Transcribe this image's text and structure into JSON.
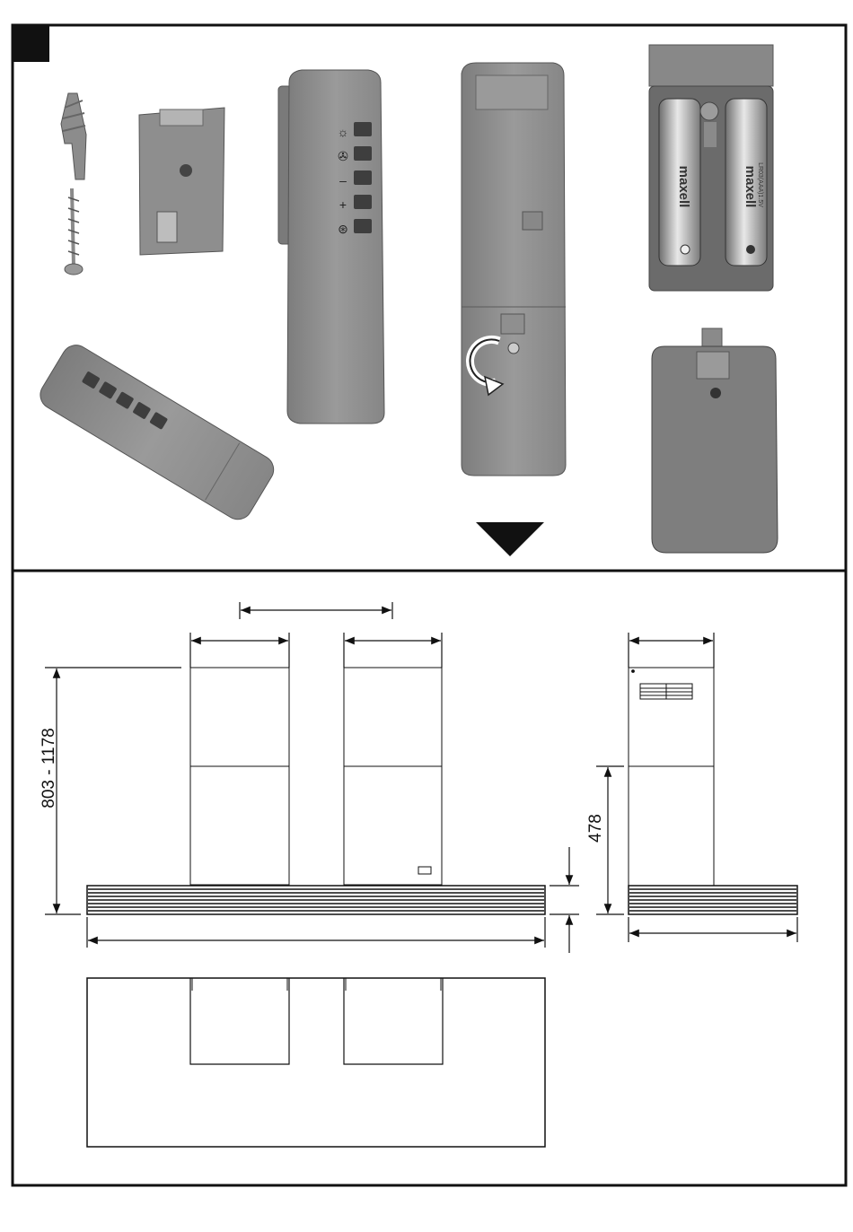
{
  "dimensions": {
    "height_range": "803 - 1178",
    "side_height": "478"
  },
  "remote": {
    "button_symbols": [
      "☼",
      "✇",
      "–",
      "+",
      "⊛"
    ]
  },
  "battery": {
    "brand": "maxell",
    "type": "LR03(AAA)1.5V"
  }
}
